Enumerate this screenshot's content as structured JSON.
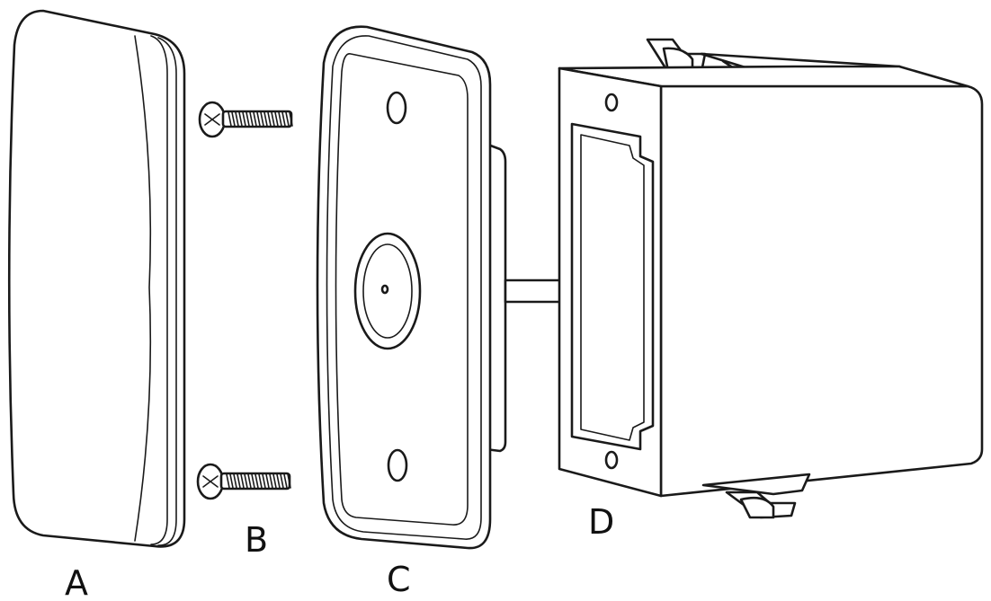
{
  "labels": {
    "cover_plate": "A",
    "screws": "B",
    "magnet_plate": "C",
    "back_box": "D"
  },
  "wire_colors": [
    "#5a5a8a",
    "#3a3ab0",
    "#7a2a7a",
    "#d81f2a",
    "#1a1a1a",
    "#2e9e3a",
    "#ffffff",
    "#555555",
    "#6b3e1e",
    "#f2d000"
  ]
}
